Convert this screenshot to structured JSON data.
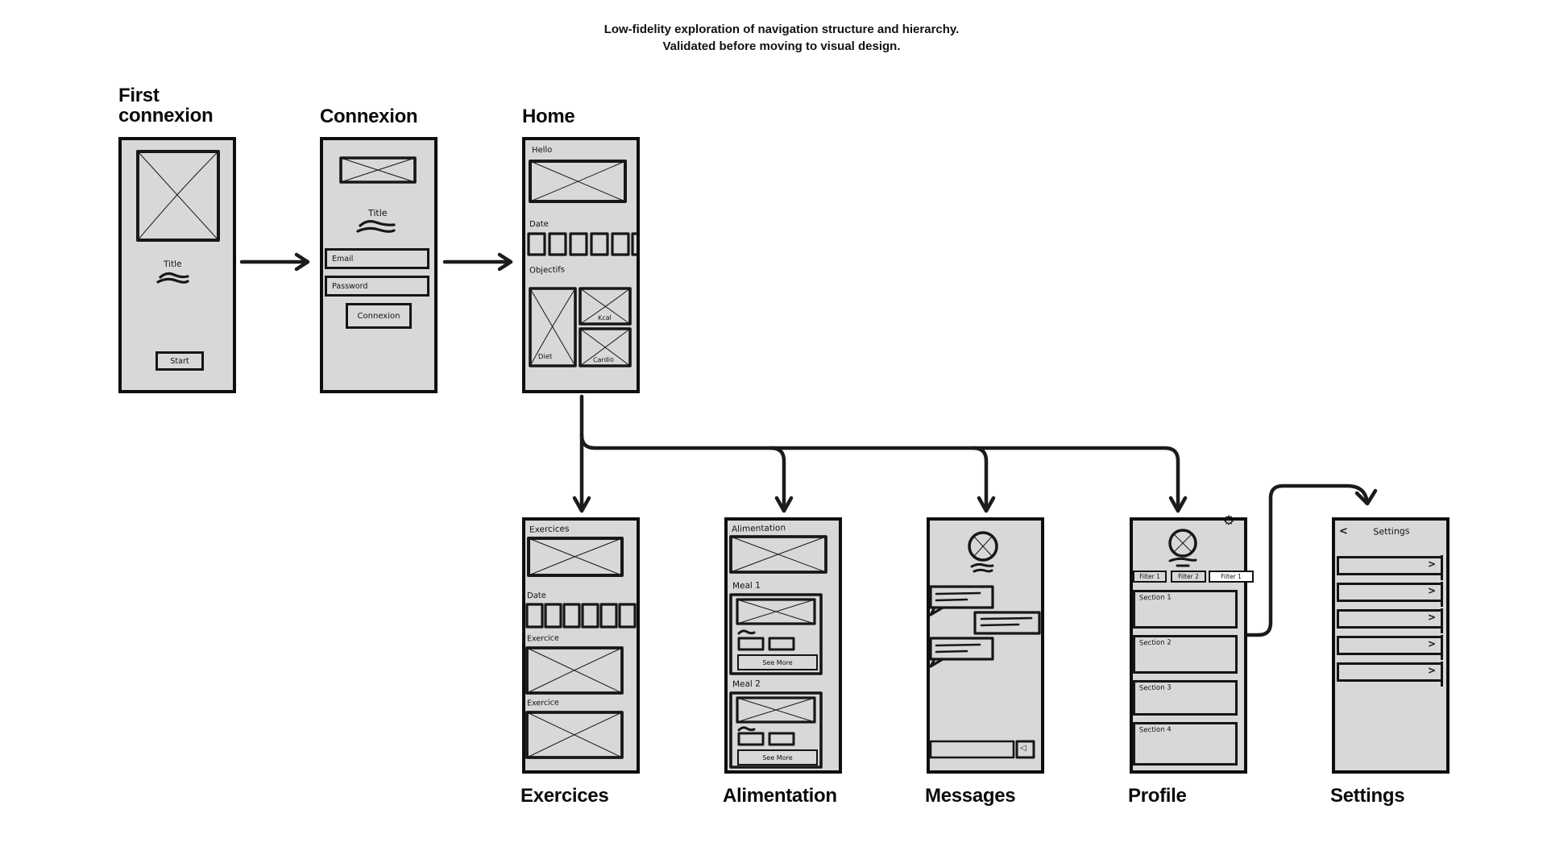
{
  "caption": {
    "line1": "Low-fidelity exploration of navigation structure and hierarchy.",
    "line2": "Validated before moving to visual design."
  },
  "colors": {
    "background": "#ffffff",
    "panel_fill": "#d8d8d8",
    "ink": "#151515",
    "arrow": "#1b1b1b"
  },
  "icons": {
    "gear": "⚙",
    "send": "◁",
    "back": "<",
    "chevron_right": ">"
  },
  "titles": {
    "first_connexion_line1": "First",
    "first_connexion_line2": "connexion",
    "connexion": "Connexion",
    "home": "Home"
  },
  "footer_labels": {
    "exercices": "Exercices",
    "alimentation": "Alimentation",
    "messages": "Messages",
    "profile": "Profile",
    "settings": "Settings"
  },
  "screens": {
    "first_connexion": {
      "image_title": "Title",
      "start_button": "Start"
    },
    "connexion": {
      "title": "Title",
      "email_placeholder": "Email",
      "password_placeholder": "Password",
      "connexion_button": "Connexion"
    },
    "home": {
      "greeting": "Hello",
      "date_label": "Date",
      "objectifs_label": "Objectifs",
      "tile_diet": "Diet",
      "tile_kcal": "Kcal",
      "tile_cardio": "Cardio"
    },
    "exercices": {
      "header": "Exercices",
      "date_label": "Date",
      "exercise_label_1": "Exercice",
      "exercise_label_2": "Exercice"
    },
    "alimentation": {
      "header": "Alimentation",
      "meal1_label": "Meal 1",
      "see_more_1": "See More",
      "meal2_label": "Meal 2",
      "see_more_2": "See More"
    },
    "profile": {
      "filters": [
        "Filter 1",
        "Filter 2",
        "Filter 1"
      ],
      "sections": [
        "Section 1",
        "Section 2",
        "Section 3",
        "Section 4"
      ]
    },
    "settings": {
      "header": "Settings"
    }
  }
}
